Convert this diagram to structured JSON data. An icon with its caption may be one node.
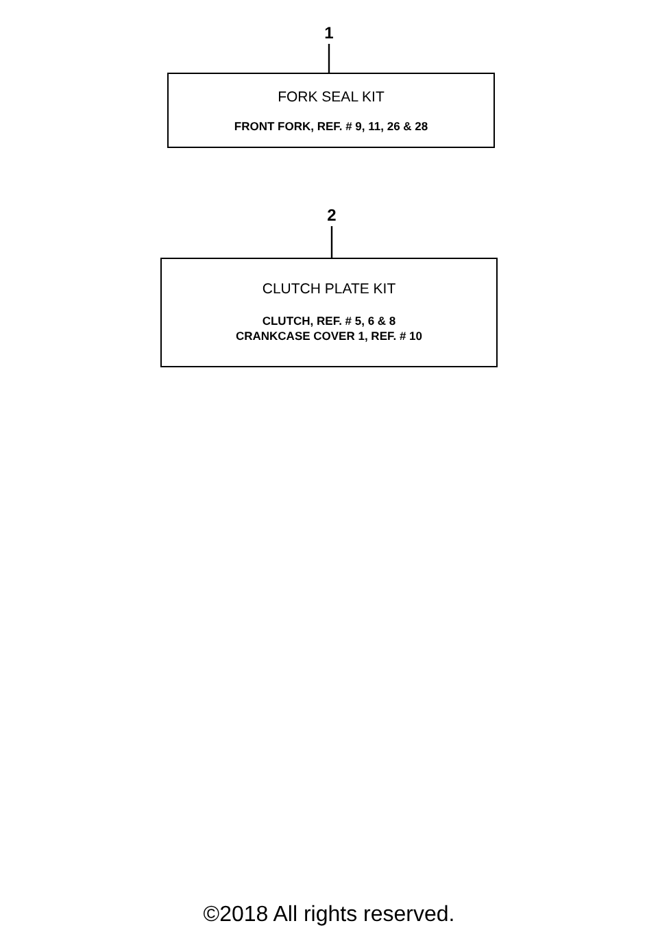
{
  "diagram": {
    "nodes": [
      {
        "text": [
          "1"
        ]
      },
      {
        "text": [
          "FORK SEAL KIT",
          "FRONT FORK, REF. # 9, 11, 26 & 28"
        ]
      },
      {
        "text": [
          "2"
        ]
      },
      {
        "text": [
          "CLUTCH PLATE KIT",
          "CLUTCH, REF. # 5, 6 & 8",
          "CRANKCASE COVER 1, REF. # 10"
        ]
      }
    ],
    "edges": [
      {
        "from": 0,
        "to": 1,
        "arrow": "none"
      },
      {
        "from": 2,
        "to": 3,
        "arrow": "none"
      }
    ],
    "labels": [
      "©2018 All rights reserved."
    ]
  }
}
